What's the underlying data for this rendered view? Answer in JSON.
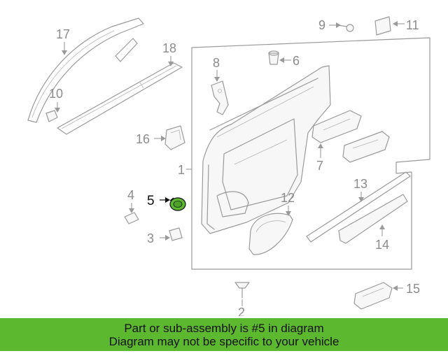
{
  "callouts": {
    "c1": "1",
    "c2": "2",
    "c3": "3",
    "c4": "4",
    "c5": "5",
    "c6": "6",
    "c7": "7",
    "c8": "8",
    "c9": "9",
    "c10": "10",
    "c11": "11",
    "c12": "12",
    "c13": "13",
    "c14": "14",
    "c15": "15",
    "c16": "16",
    "c17": "17",
    "c18": "18"
  },
  "highlight": {
    "part_number": "5",
    "color": "#5cb82e"
  },
  "banner": {
    "line1": "Part or sub-assembly is #5 in diagram",
    "line2": "Diagram may not be specific to your vehicle",
    "background": "#5cb82e"
  }
}
